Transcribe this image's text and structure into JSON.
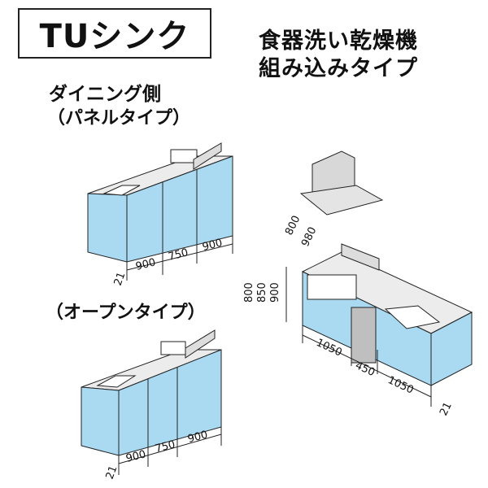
{
  "title": "TUシンク",
  "subtitle_line1": "食器洗い乾燥機",
  "subtitle_line2": "組み込みタイプ",
  "section_dining": "ダイニング側",
  "section_panel": "（パネルタイプ）",
  "section_open": "（オープンタイプ）",
  "panel_dims": {
    "d21": "21",
    "d900a": "900",
    "d750": "750",
    "d900b": "900"
  },
  "open_dims": {
    "d21": "21",
    "d900a": "900",
    "d750": "750",
    "d900b": "900"
  },
  "right_dims": {
    "hood_800": "800",
    "hood_980": "980",
    "h800": "800",
    "h850": "850",
    "h900": "900",
    "w1050a": "1050",
    "w450": "450",
    "w1050b": "1050",
    "d21": "21"
  },
  "colors": {
    "cabinet": "#a9daf2",
    "cabinet_side": "#7ec6e8",
    "counter": "#ececec",
    "outline": "#222222"
  }
}
